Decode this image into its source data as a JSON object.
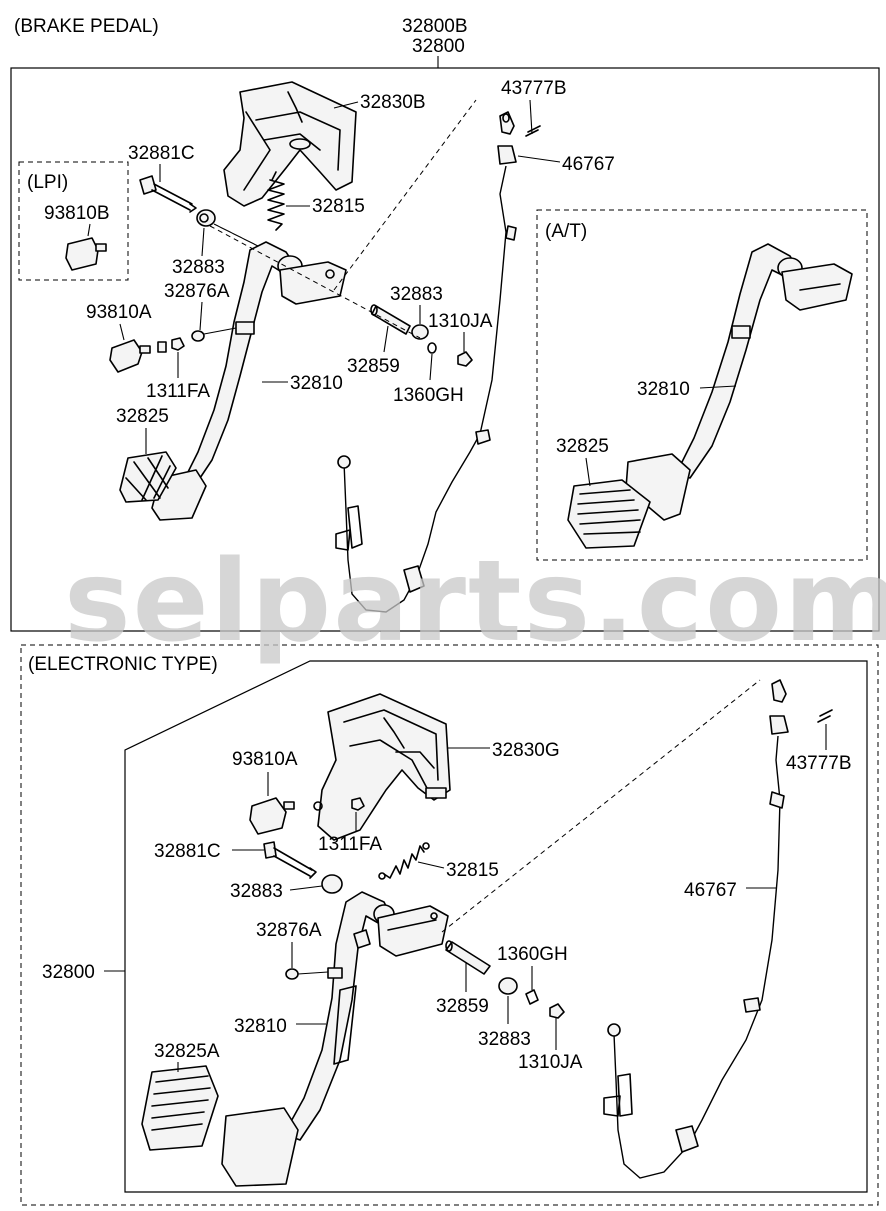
{
  "watermark": "selparts.com",
  "brake_pedal": {
    "section_title": "(BRAKE PEDAL)",
    "assembly_codes": [
      "32800B",
      "32800"
    ],
    "lpi_box_title": "(LPI)",
    "at_box_title": "(A/T)",
    "labels": {
      "p32830B": "32830B",
      "p43777B": "43777B",
      "p32881C": "32881C",
      "p46767": "46767",
      "p93810B": "93810B",
      "p32815": "32815",
      "p32883a": "32883",
      "p32876A": "32876A",
      "p32883b": "32883",
      "p93810A": "93810A",
      "p1310JA": "1310JA",
      "p32859": "32859",
      "p1311FA": "1311FA",
      "p32810": "32810",
      "p1360GH": "1360GH",
      "p32825": "32825",
      "at32810": "32810",
      "at32825": "32825"
    }
  },
  "electronic": {
    "section_title": "(ELECTRONIC TYPE)",
    "labels": {
      "p32830G": "32830G",
      "p93810A": "93810A",
      "p43777B": "43777B",
      "p1311FA": "1311FA",
      "p32881C": "32881C",
      "p32815": "32815",
      "p46767": "46767",
      "p32883a": "32883",
      "p32876A": "32876A",
      "p1360GH": "1360GH",
      "p32800": "32800",
      "p32859": "32859",
      "p32810": "32810",
      "p32883b": "32883",
      "p1310JA": "1310JA",
      "p32825A": "32825A"
    }
  }
}
